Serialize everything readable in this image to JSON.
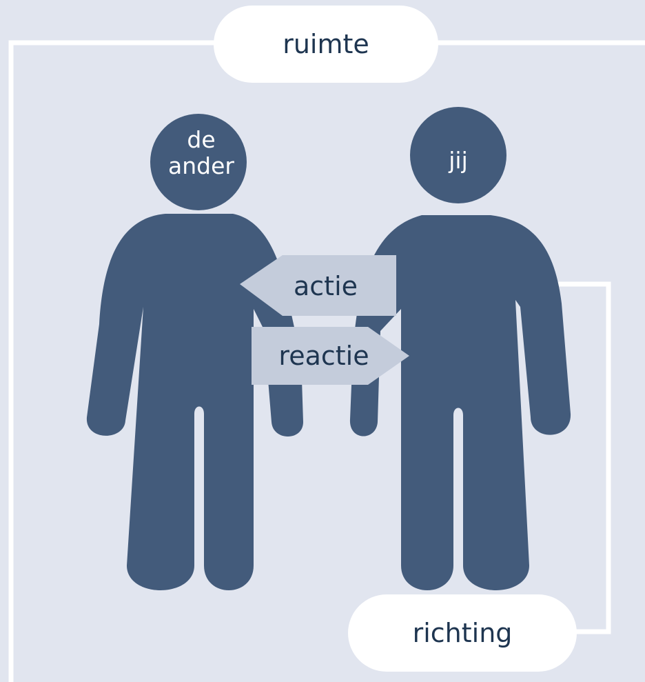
{
  "diagram": {
    "space_label": "ruimte",
    "direction_label": "richting",
    "person_other_label": "de ander",
    "person_other_line1": "de",
    "person_other_line2": "ander",
    "person_self_label": "jij",
    "arrow_action_label": "actie",
    "arrow_reaction_label": "reactie"
  },
  "colors": {
    "background": "#e1e5ef",
    "figure": "#435b7b",
    "arrow_fill": "#c4ccdb",
    "pill_fill": "#ffffff",
    "text_dark": "#1e3550",
    "line": "#ffffff"
  }
}
